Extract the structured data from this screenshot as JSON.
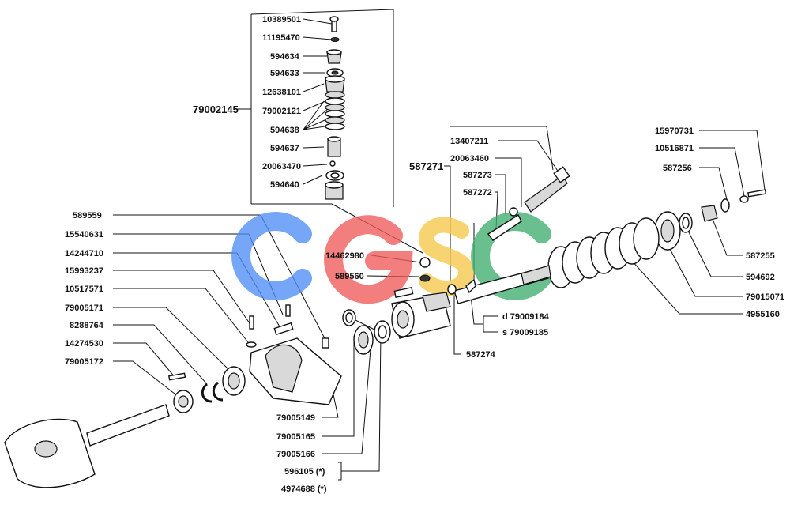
{
  "watermark": {
    "letters": [
      "C",
      "G",
      "S",
      "C"
    ],
    "colors": [
      "#4f8ef7",
      "#ef5b5b",
      "#f6c94a",
      "#3fae6e"
    ]
  },
  "callouts": {
    "c10389501": "10389501",
    "c11195470": "11195470",
    "c594634": "594634",
    "c594633": "594633",
    "c12638101": "12638101",
    "c79002121": "79002121",
    "c594638": "594638",
    "c594637": "594637",
    "c20063470": "20063470",
    "c594640": "594640",
    "c79002145": "79002145",
    "c13407211": "13407211",
    "c20063460": "20063460",
    "c587271": "587271",
    "c587273": "587273",
    "c587272": "587272",
    "c15970731": "15970731",
    "c10516871": "10516871",
    "c587256": "587256",
    "c587255": "587255",
    "c594692": "594692",
    "c79015071": "79015071",
    "c4955160": "4955160",
    "c79009184": "d 79009184",
    "c79009185": "s 79009185",
    "c587274": "587274",
    "c14462980": "14462980",
    "c589560": "589560",
    "c589559": "589559",
    "c15540631": "15540631",
    "c14244710": "14244710",
    "c15993237": "15993237",
    "c10517571": "10517571",
    "c79005171": "79005171",
    "c8288764": "8288764",
    "c14274530": "14274530",
    "c79005172": "79005172",
    "c79005149": "79005149",
    "c79005165": "79005165",
    "c79005166": "79005166",
    "c596105": "596105 (*)",
    "c4974688": "4974688 (*)"
  }
}
